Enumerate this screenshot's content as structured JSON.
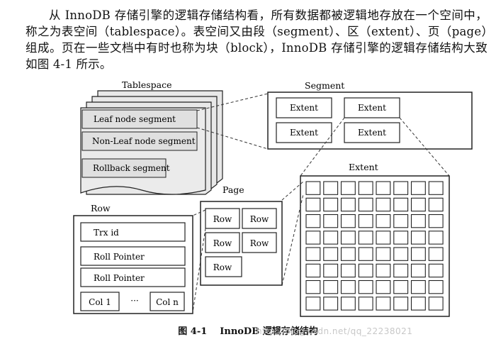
{
  "paragraph": "从 InnoDB 存储引擎的逻辑存储结构看，所有数据都被逻辑地存放在一个空间中，称之为表空间（tablespace）。表空间又由段（segment）、区（extent）、页（page）组成。页在一些文档中有时也称为块（block），InnoDB 存储引擎的逻辑存储结构大致如图 4-1 所示。",
  "figure": {
    "tablespace": {
      "title": "Tablespace",
      "segments": [
        "Leaf node segment",
        "Non-Leaf node segment",
        "Rollback segment"
      ]
    },
    "segment": {
      "title": "Segment",
      "extents": [
        "Extent",
        "Extent",
        "Extent",
        "Extent"
      ]
    },
    "extent": {
      "title": "Extent",
      "grid_cols": 8,
      "grid_rows": 8
    },
    "page": {
      "title": "Page",
      "rows": [
        "Row",
        "Row",
        "Row",
        "Row",
        "Row"
      ]
    },
    "row": {
      "title": "Row",
      "fields": [
        "Trx id",
        "Roll Pointer",
        "Roll Pointer"
      ],
      "cols": [
        "Col 1",
        "···",
        "Col n"
      ]
    }
  },
  "caption": {
    "number": "图 4-1",
    "text": "InnoDB 逻辑存储结构"
  },
  "watermark": "http://blog.csdn.net/qq_22238021"
}
